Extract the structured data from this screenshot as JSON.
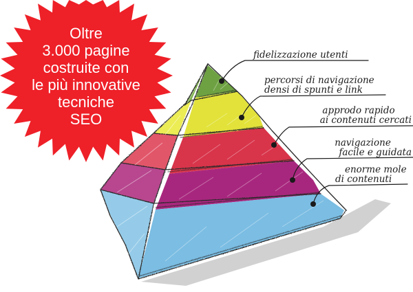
{
  "badge": {
    "lines": [
      "Oltre",
      "3.000 pagine",
      "costruite con",
      "le più innovative",
      "tecniche",
      "SEO"
    ],
    "color": "#ee2028"
  },
  "pyramid": {
    "levels": [
      {
        "label_lines": [
          "fidelizzazione utenti"
        ],
        "color": "#6ea142"
      },
      {
        "label_lines": [
          "percorsi di navigazione",
          "densi di spunti e link"
        ],
        "color": "#e2e23a"
      },
      {
        "label_lines": [
          "approdo rapido",
          "ai contenuti cercati"
        ],
        "color": "#d8344a"
      },
      {
        "label_lines": [
          "navigazione",
          "facile e guidata"
        ],
        "color": "#a8277e"
      },
      {
        "label_lines": [
          "enorme mole",
          "di contenuti"
        ],
        "color": "#7bbde3"
      }
    ]
  }
}
